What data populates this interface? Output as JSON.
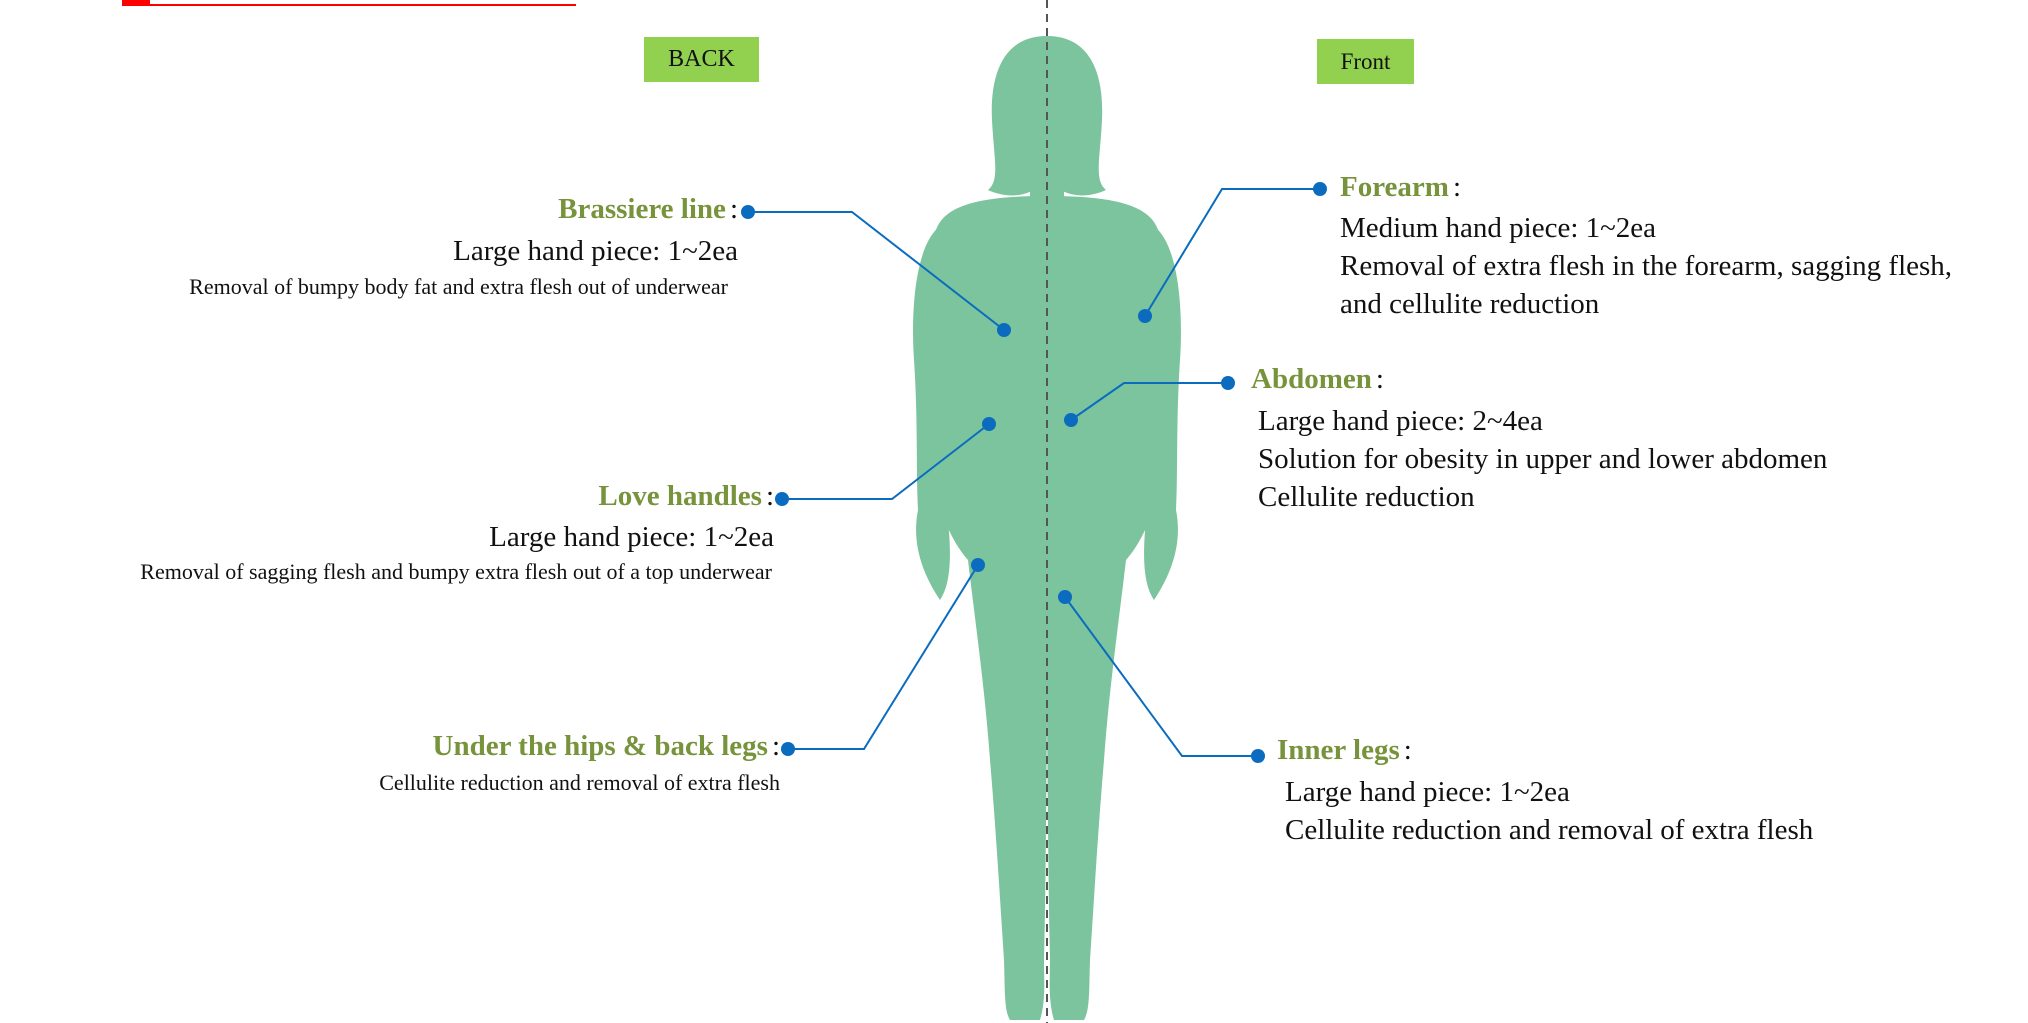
{
  "header": {
    "back_label": "BACK",
    "front_label": "Front"
  },
  "colors": {
    "body": "#7cc49d",
    "accent_title": "#77933c",
    "label_bg": "#92d050",
    "marker": "#0b6cbf",
    "top_rule": "#ff0000"
  },
  "left": {
    "brassiere": {
      "title": "Brassiere line",
      "colon": ":",
      "line1": "Large hand piece: 1~2ea",
      "line2": "Removal of bumpy body fat and extra flesh out of underwear"
    },
    "love": {
      "title": "Love handles",
      "colon": ":",
      "line1": "Large hand piece: 1~2ea",
      "line2": "Removal of sagging flesh and bumpy extra flesh out of a top underwear"
    },
    "hips": {
      "title": "Under the hips & back legs",
      "colon": ":",
      "line1": "Cellulite reduction and removal of extra flesh"
    }
  },
  "right": {
    "forearm": {
      "title": "Forearm",
      "colon": ":",
      "line1": "Medium hand piece: 1~2ea",
      "line2": "Removal of extra flesh in the forearm, sagging flesh,",
      "line3": "and cellulite reduction"
    },
    "abdomen": {
      "title": "Abdomen",
      "colon": ":",
      "line1": "Large hand piece: 2~4ea",
      "line2": "Solution for obesity in upper and lower abdomen",
      "line3": "Cellulite reduction"
    },
    "inner": {
      "title": "Inner legs",
      "colon": ":",
      "line1": "Large hand piece: 1~2ea",
      "line2": "Cellulite reduction and removal of extra flesh"
    }
  }
}
